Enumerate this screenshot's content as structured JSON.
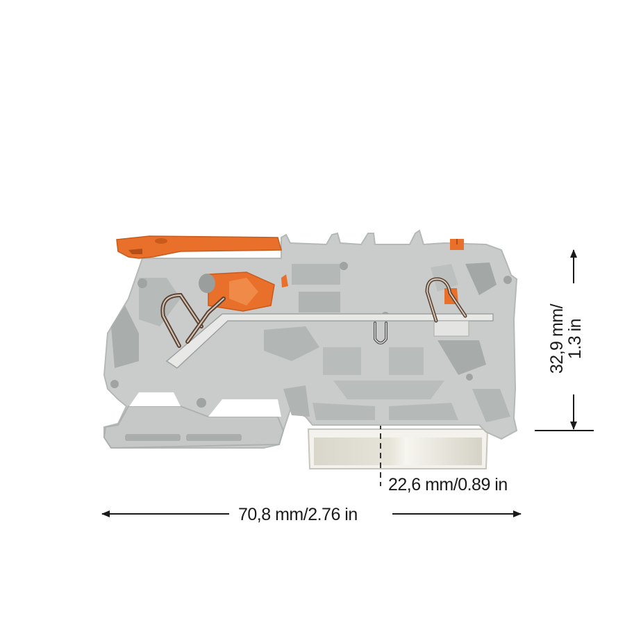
{
  "figure": {
    "subject": "terminal block side view",
    "colors": {
      "housing": "#c9cccb",
      "housing_shadow": "#a9adac",
      "housing_dark": "#8f9392",
      "lever": "#e8702a",
      "lever_dark": "#c85a1c",
      "spring": "#8a6a55",
      "busbar": "#e8e9e6",
      "rail": "#dad8cc",
      "dimension_line": "#1a1a1a",
      "background": "#ffffff"
    },
    "dimensions": {
      "width": {
        "label": "70,8 mm/2.76 in",
        "mm": 70.8,
        "in": 2.76
      },
      "height": {
        "line1": "32,9 mm/",
        "line2": "1.3 in",
        "mm": 32.9,
        "in": 1.3
      },
      "rail_offset": {
        "label": "22,6 mm/0.89 in",
        "mm": 22.6,
        "in": 0.89
      }
    }
  }
}
